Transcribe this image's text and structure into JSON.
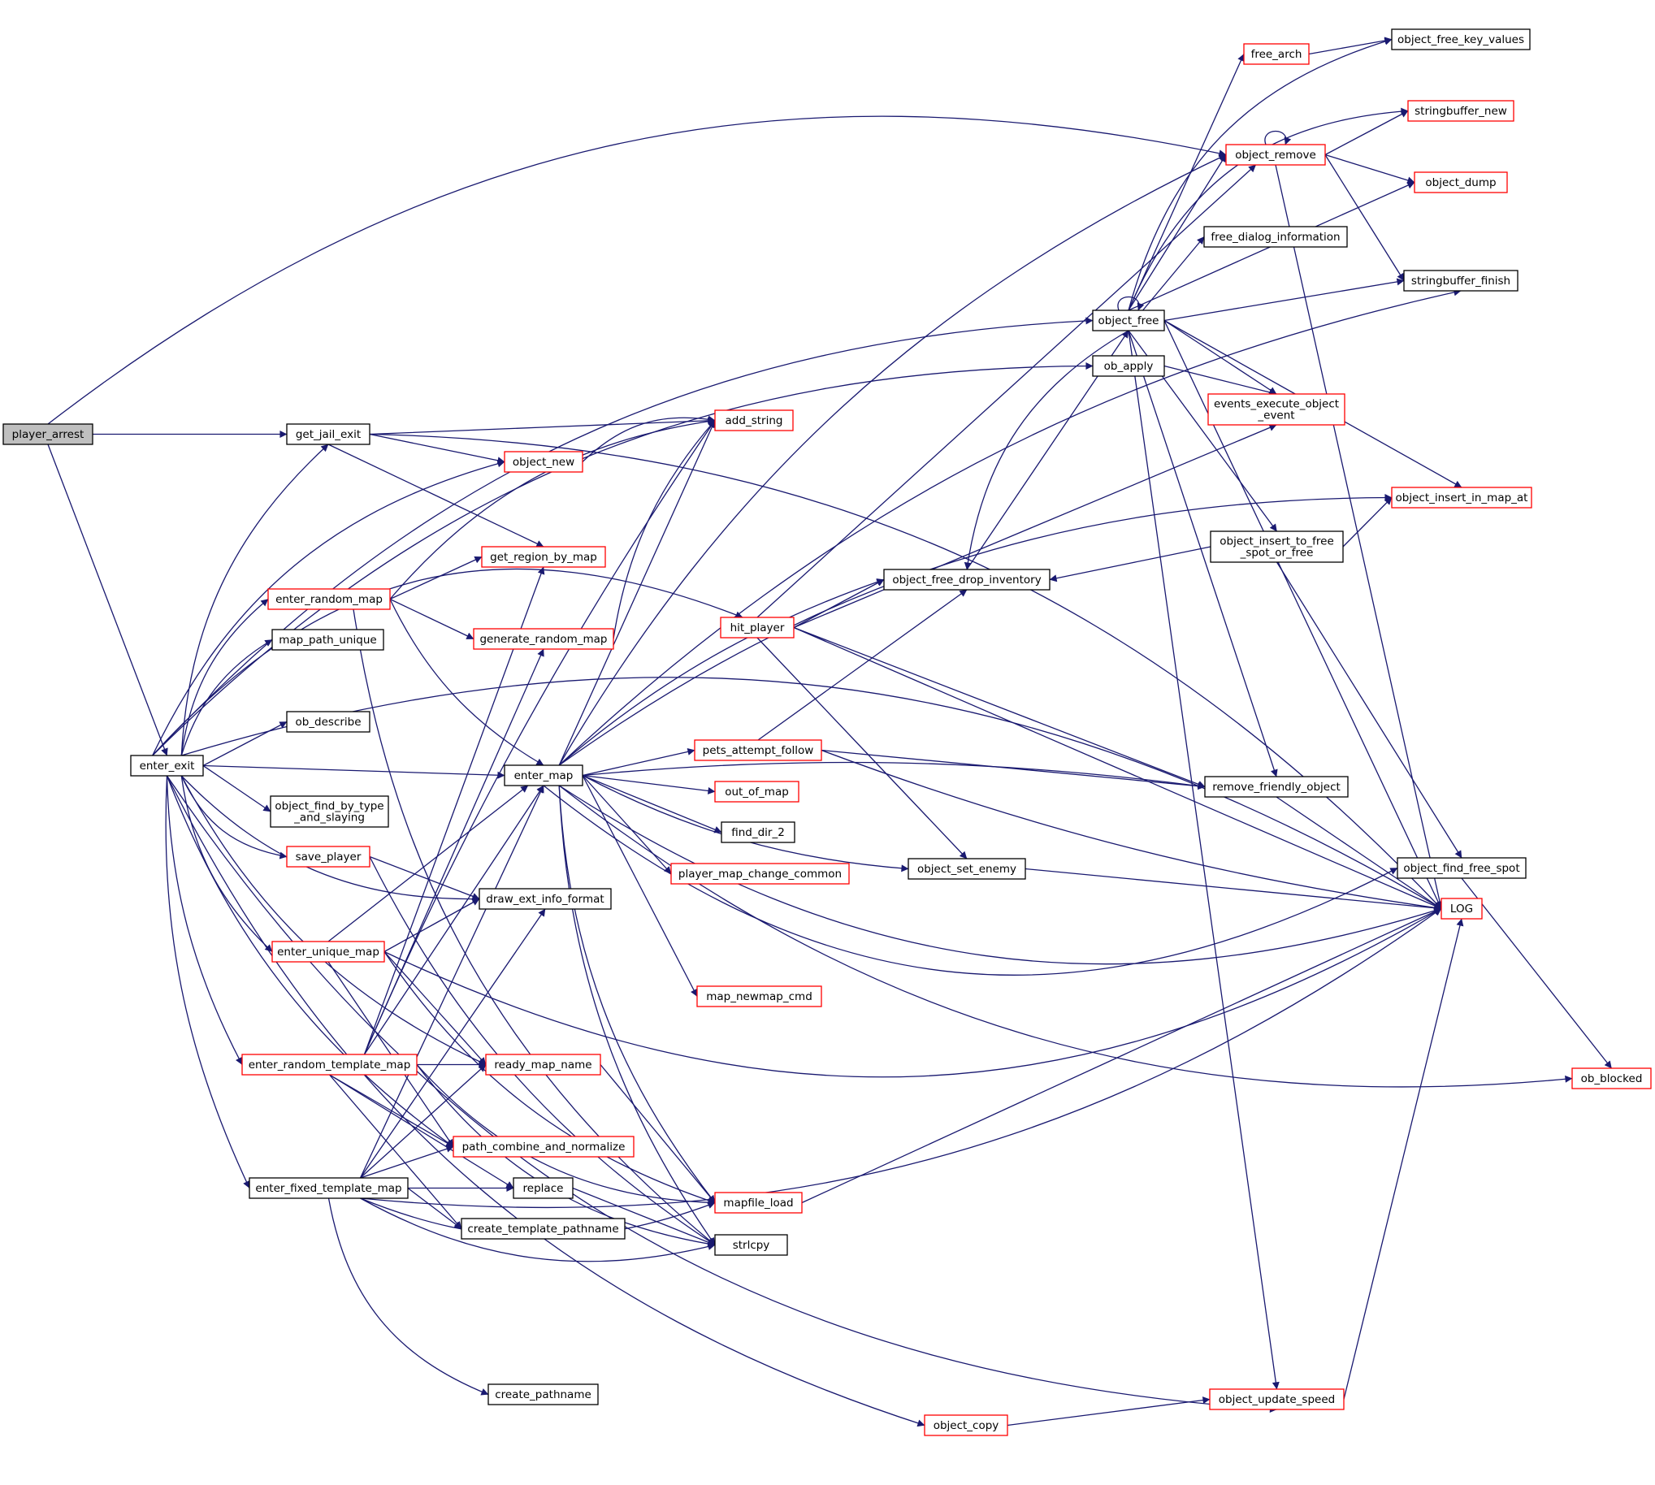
{
  "colors": {
    "edge": "#191970",
    "root_fill": "#bfbfbf",
    "root_border": "#000000",
    "node_fill": "#ffffff",
    "node_border_black": "#000000",
    "node_border_red": "#ff0000"
  },
  "nodes": {
    "player_arrest": "player_arrest",
    "enter_exit": "enter_exit",
    "get_jail_exit": "get_jail_exit",
    "enter_random_map": "enter_random_map",
    "map_path_unique": "map_path_unique",
    "ob_describe": "ob_describe",
    "object_find_by_type_and_slaying": [
      "object_find_by_type",
      "_and_slaying"
    ],
    "save_player": "save_player",
    "enter_unique_map": "enter_unique_map",
    "enter_random_template_map": "enter_random_template_map",
    "enter_fixed_template_map": "enter_fixed_template_map",
    "add_string": "add_string",
    "object_new": "object_new",
    "get_region_by_map": "get_region_by_map",
    "generate_random_map": "generate_random_map",
    "enter_map": "enter_map",
    "draw_ext_info_format": "draw_ext_info_format",
    "ready_map_name": "ready_map_name",
    "path_combine_and_normalize": "path_combine_and_normalize",
    "replace": "replace",
    "create_template_pathname": "create_template_pathname",
    "create_pathname": "create_pathname",
    "strlcpy": "strlcpy",
    "mapfile_load": "mapfile_load",
    "hit_player": "hit_player",
    "pets_attempt_follow": "pets_attempt_follow",
    "out_of_map": "out_of_map",
    "find_dir_2": "find_dir_2",
    "player_map_change_common": "player_map_change_common",
    "map_newmap_cmd": "map_newmap_cmd",
    "object_copy": "object_copy",
    "object_free_drop_inventory": "object_free_drop_inventory",
    "object_set_enemy": "object_set_enemy",
    "object_free": "object_free",
    "ob_apply": "ob_apply",
    "free_arch": "free_arch",
    "object_remove": "object_remove",
    "free_dialog_information": "free_dialog_information",
    "events_execute_object_event": [
      "events_execute_object",
      "_event"
    ],
    "object_insert_to_free_spot_or_free": [
      "object_insert_to_free",
      "_spot_or_free"
    ],
    "remove_friendly_object": "remove_friendly_object",
    "object_update_speed": "object_update_speed",
    "object_free_key_values": "object_free_key_values",
    "stringbuffer_new": "stringbuffer_new",
    "object_dump": "object_dump",
    "stringbuffer_finish": "stringbuffer_finish",
    "object_insert_in_map_at": "object_insert_in_map_at",
    "object_find_free_spot": "object_find_free_spot",
    "LOG": "LOG",
    "ob_blocked": "ob_blocked"
  }
}
